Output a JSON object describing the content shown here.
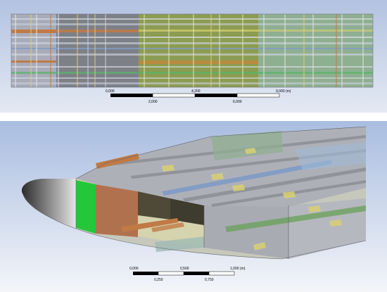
{
  "top_view": {
    "scale_bar": {
      "labels_top": [
        "0,000",
        "4,200",
        "9,000 (m)"
      ],
      "labels_bottom": [
        "2,000",
        "6,000"
      ]
    }
  },
  "perspective_view": {
    "scale_bar": {
      "labels_top": [
        "0,000",
        "0,500",
        "1,000 (m)"
      ],
      "labels_bottom": [
        "0,250",
        "0,750"
      ]
    }
  },
  "colors": {
    "background_sky": "#b7c6e2",
    "skin_gray": "#a9abb3",
    "olive_section": "#8c9c52",
    "sage_section": "#8faf91",
    "accent_orange": "#c07a45",
    "accent_yellow": "#d9d071",
    "accent_blue": "#7f9cc7",
    "accent_green": "#22c83a",
    "accent_brown": "#b0724e"
  }
}
